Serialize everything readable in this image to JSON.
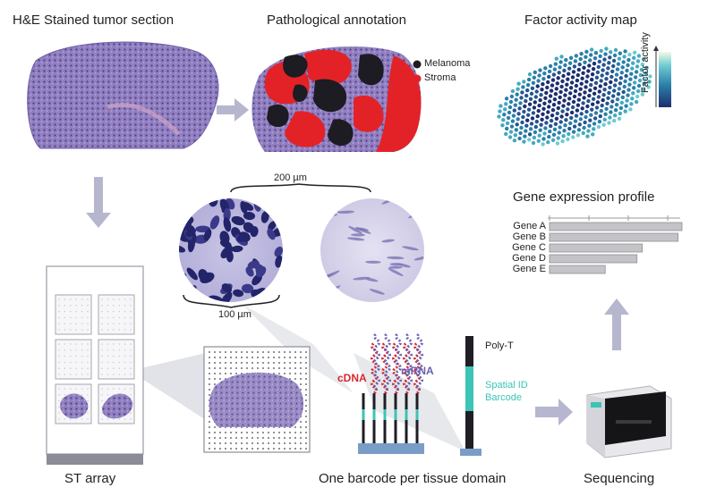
{
  "titles": {
    "he_section": "H&E Stained tumor section",
    "pathological": "Pathological annotation",
    "factor_map": "Factor activity map",
    "gene_profile": "Gene expression profile",
    "st_array": "ST array",
    "barcode_domain": "One barcode per tissue domain",
    "sequencing": "Sequencing"
  },
  "legend": {
    "melanoma": "Melanoma",
    "stroma": "Stroma",
    "melanoma_color": "#1c1c22",
    "stroma_color": "#e32228"
  },
  "colorbar": {
    "label": "Factor activity"
  },
  "scale": {
    "top": "200 µm",
    "bottom": "100 µm"
  },
  "probe": {
    "cdna": "cDNA",
    "mrna": "mRNA",
    "cdna_color": "#d6282e",
    "mrna_color": "#6a5fb0"
  },
  "barcode": {
    "polyt": "Poly-T",
    "spatial_id": "Spatial ID",
    "barcode_word": "Barcode",
    "accent": "#3cc4b4"
  },
  "chart_data": {
    "type": "bar",
    "title": "Gene expression profile",
    "categories": [
      "Gene A",
      "Gene B",
      "Gene C",
      "Gene D",
      "Gene E"
    ],
    "values": [
      100,
      97,
      70,
      66,
      42
    ],
    "xlim": [
      0,
      100
    ]
  }
}
